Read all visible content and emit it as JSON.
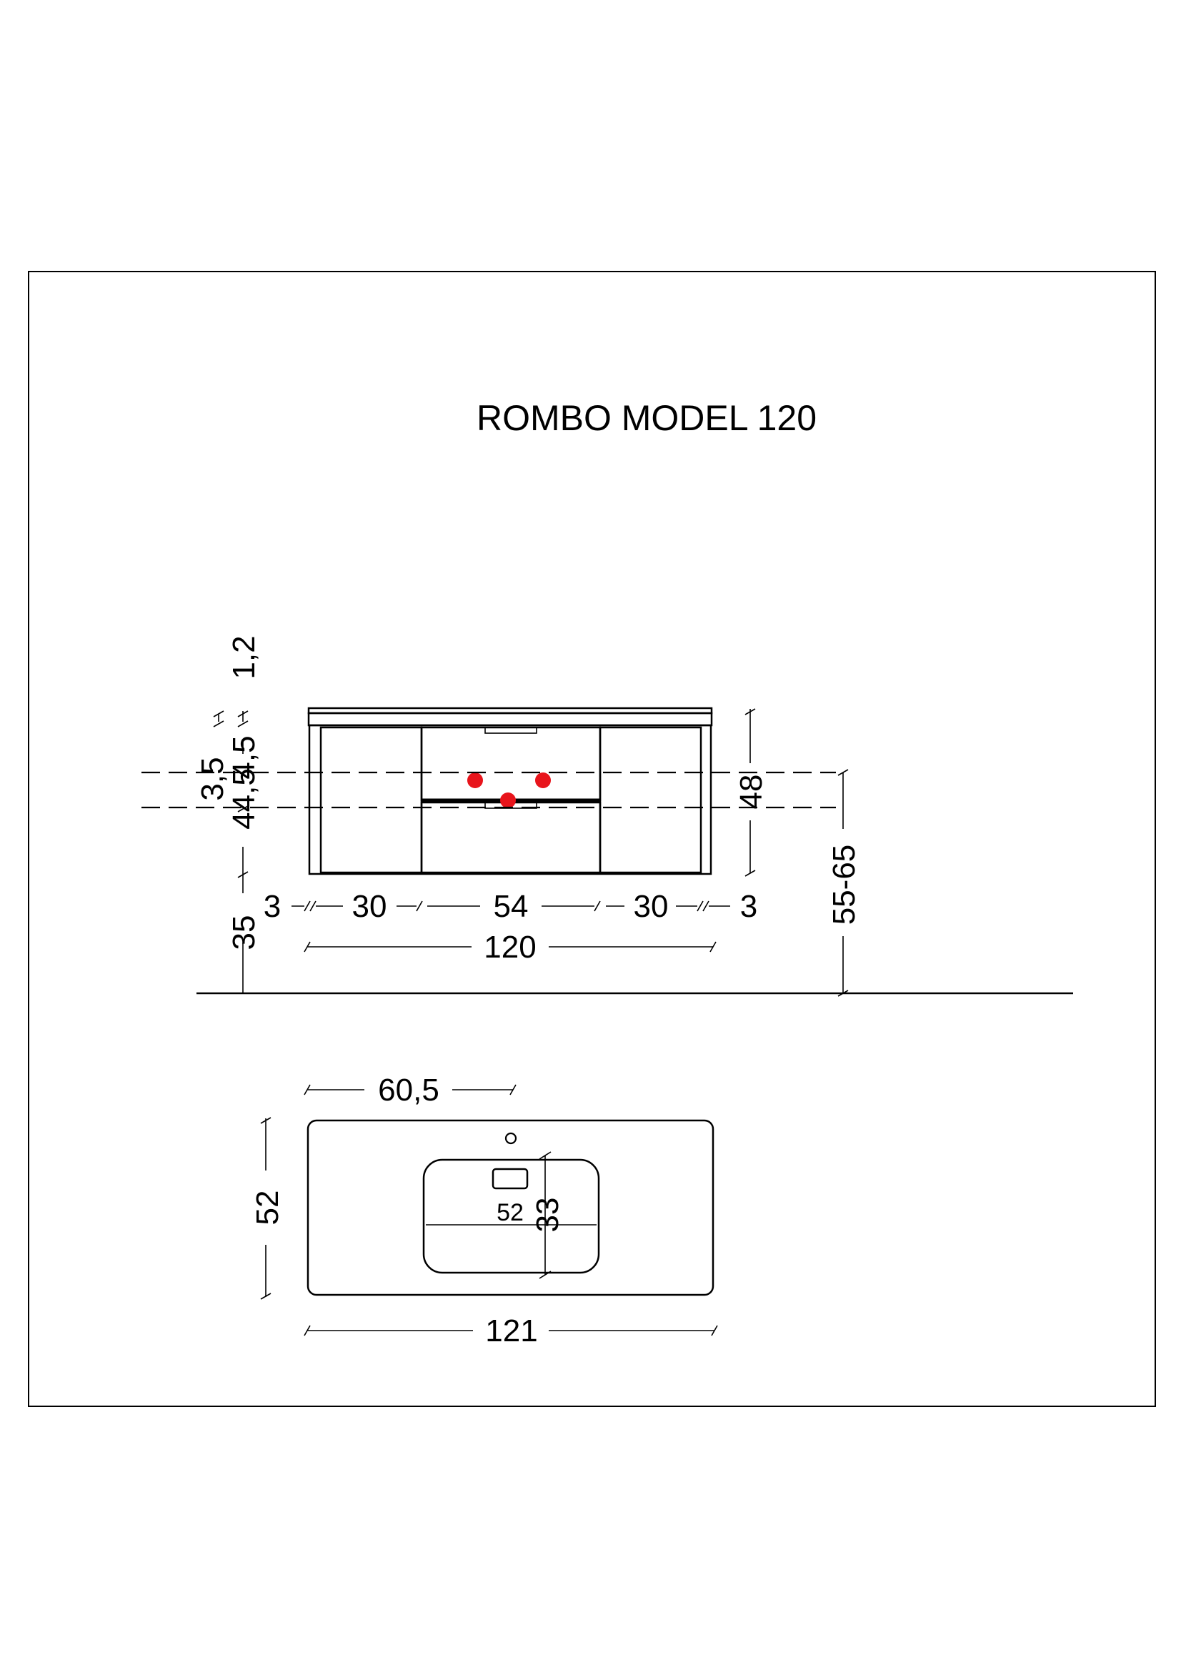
{
  "title": "ROMBO MODEL 120",
  "front_view": {
    "vertical_left": {
      "top": "1,2",
      "a": "3,5",
      "b": "4,5",
      "c": "44,5",
      "bottom": "35"
    },
    "vertical_right": {
      "cabinet_height": "48",
      "mount_height": "55-65"
    },
    "horizontal": {
      "segments": [
        "3",
        "30",
        "54",
        "30",
        "3"
      ],
      "total": "120"
    },
    "connection_points_color": "#e8141b"
  },
  "top_view": {
    "width_to_tap": "60,5",
    "depth": "52",
    "basin_width": "52",
    "basin_depth": "33",
    "total_width": "121"
  }
}
